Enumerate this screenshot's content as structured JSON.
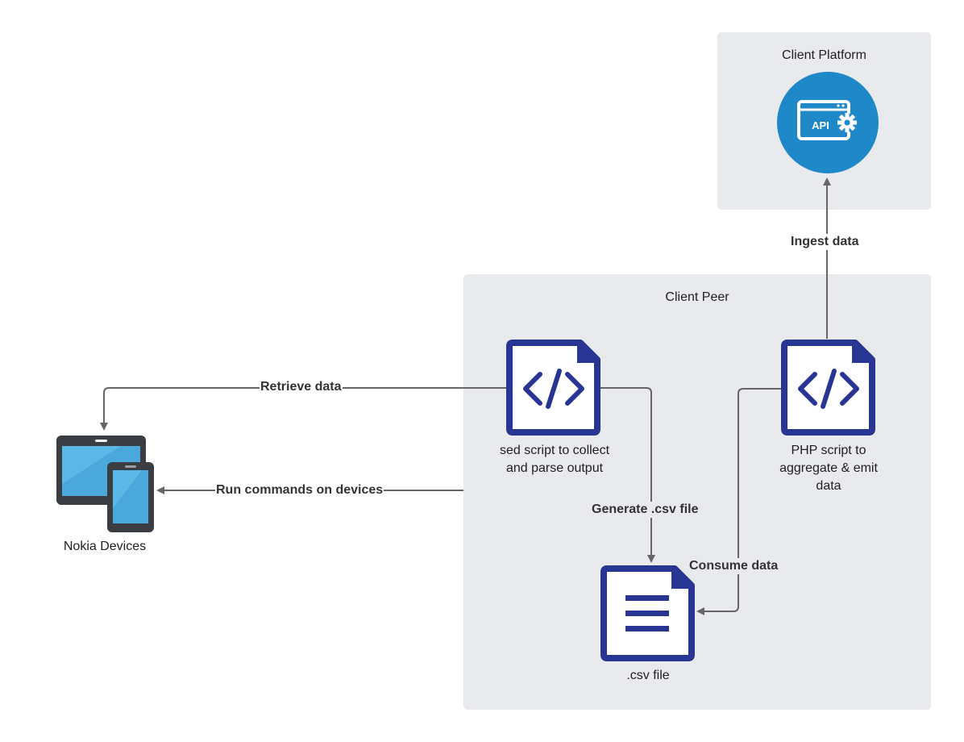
{
  "containers": {
    "platform": {
      "title": "Client Platform"
    },
    "peer": {
      "title": "Client Peer"
    }
  },
  "nodes": {
    "api": {
      "icon": "api-gear-icon",
      "text": "API"
    },
    "sed_script": {
      "icon": "code-file-icon",
      "label_line1": "sed script to collect",
      "label_line2": "and parse output"
    },
    "php_script": {
      "icon": "code-file-icon",
      "label_line1": "PHP script to",
      "label_line2": "aggregate & emit",
      "label_line3": "data"
    },
    "csv_file": {
      "icon": "text-file-icon",
      "label": ".csv file"
    },
    "nokia_devices": {
      "icon": "tablet-phone-icon",
      "label": "Nokia Devices"
    }
  },
  "edges": {
    "retrieve": "Retrieve data",
    "run_commands": "Run commands on devices",
    "generate_csv": "Generate .csv file",
    "consume": "Consume data",
    "ingest": "Ingest data"
  },
  "colors": {
    "container_bg": "#e9eaee",
    "icon_navy": "#283593",
    "api_blue": "#1e88c8",
    "arrow_gray": "#666666",
    "device_dark": "#3a3d42",
    "screen_blue": "#4aa8dc"
  }
}
